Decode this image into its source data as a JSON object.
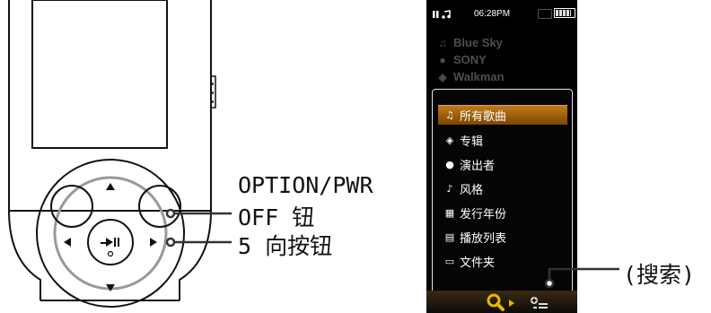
{
  "callouts": {
    "option_pwr_line1": "OPTION/PWR",
    "option_pwr_line2": "OFF 钮",
    "five_way": "5 向按钮",
    "search": "(搜索)"
  },
  "screen": {
    "status": {
      "time": "06:28PM"
    },
    "now_playing": {
      "title": "Blue Sky",
      "artist": "SONY",
      "album": "Walkman"
    },
    "menu": [
      {
        "label": "所有歌曲",
        "icon": "music-note-icon",
        "selected": true
      },
      {
        "label": "专辑",
        "icon": "disc-icon"
      },
      {
        "label": "演出者",
        "icon": "person-icon"
      },
      {
        "label": "风格",
        "icon": "genre-icon"
      },
      {
        "label": "发行年份",
        "icon": "calendar-icon"
      },
      {
        "label": "播放列表",
        "icon": "playlist-icon"
      },
      {
        "label": "文件夹",
        "icon": "folder-icon"
      }
    ],
    "bottom_icons": [
      "search-icon",
      "option-icon"
    ],
    "colors": {
      "highlight": "#a86510",
      "search_icon": "#f0b400"
    }
  }
}
